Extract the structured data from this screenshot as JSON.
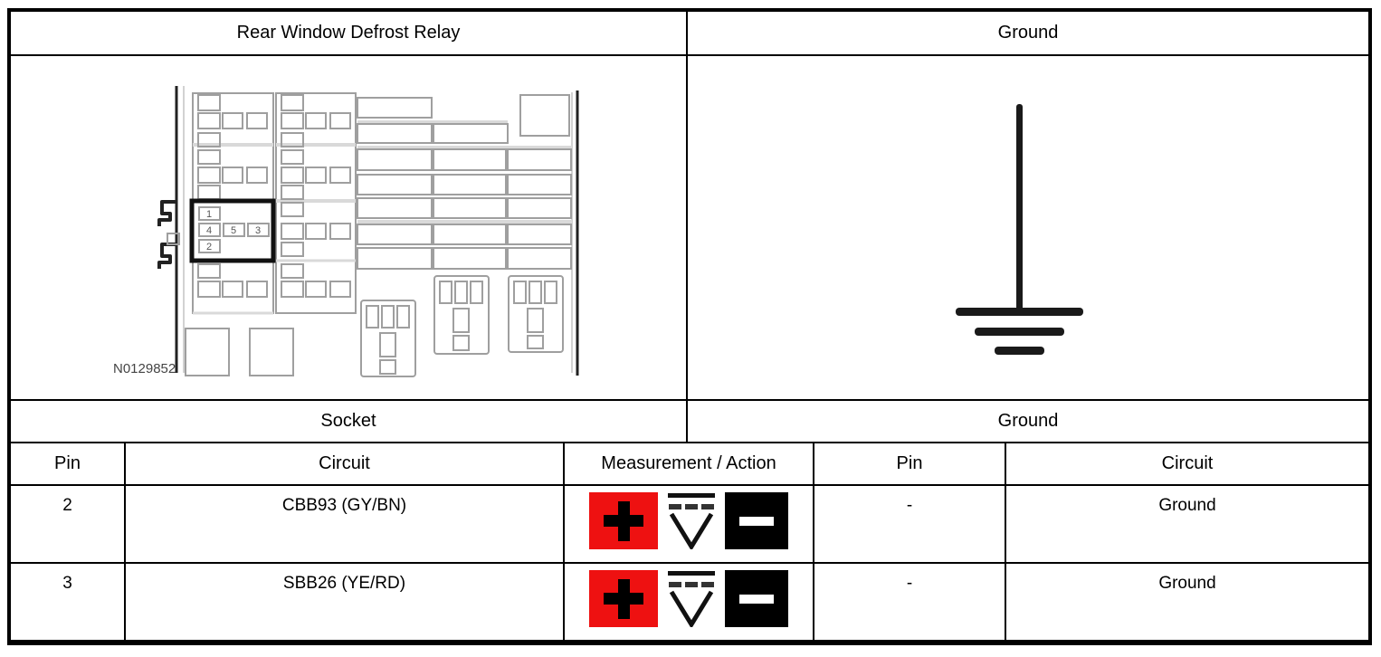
{
  "header": {
    "component": "Rear Window Defrost Relay",
    "reference": "Ground"
  },
  "sublabels": {
    "component": "Socket",
    "reference": "Ground"
  },
  "connector_diagram": {
    "figure_label": "N0129852",
    "highlighted_cavity_pins": [
      "1",
      "4",
      "5",
      "3",
      "2"
    ]
  },
  "measurement": {
    "meter": "V",
    "icons": [
      "positive-probe-icon",
      "dc-voltmeter-icon",
      "negative-probe-icon"
    ],
    "positive_color": "#ee1111",
    "negative_color": "#000000"
  },
  "table": {
    "columns": [
      "Pin",
      "Circuit",
      "Measurement / Action",
      "Pin",
      "Circuit"
    ],
    "rows": [
      {
        "pin": "2",
        "circuit": "CBB93 (GY/BN)",
        "measure_pin": "-",
        "measure_circuit": "Ground"
      },
      {
        "pin": "3",
        "circuit": "SBB26 (YE/RD)",
        "measure_pin": "-",
        "measure_circuit": "Ground"
      }
    ]
  }
}
